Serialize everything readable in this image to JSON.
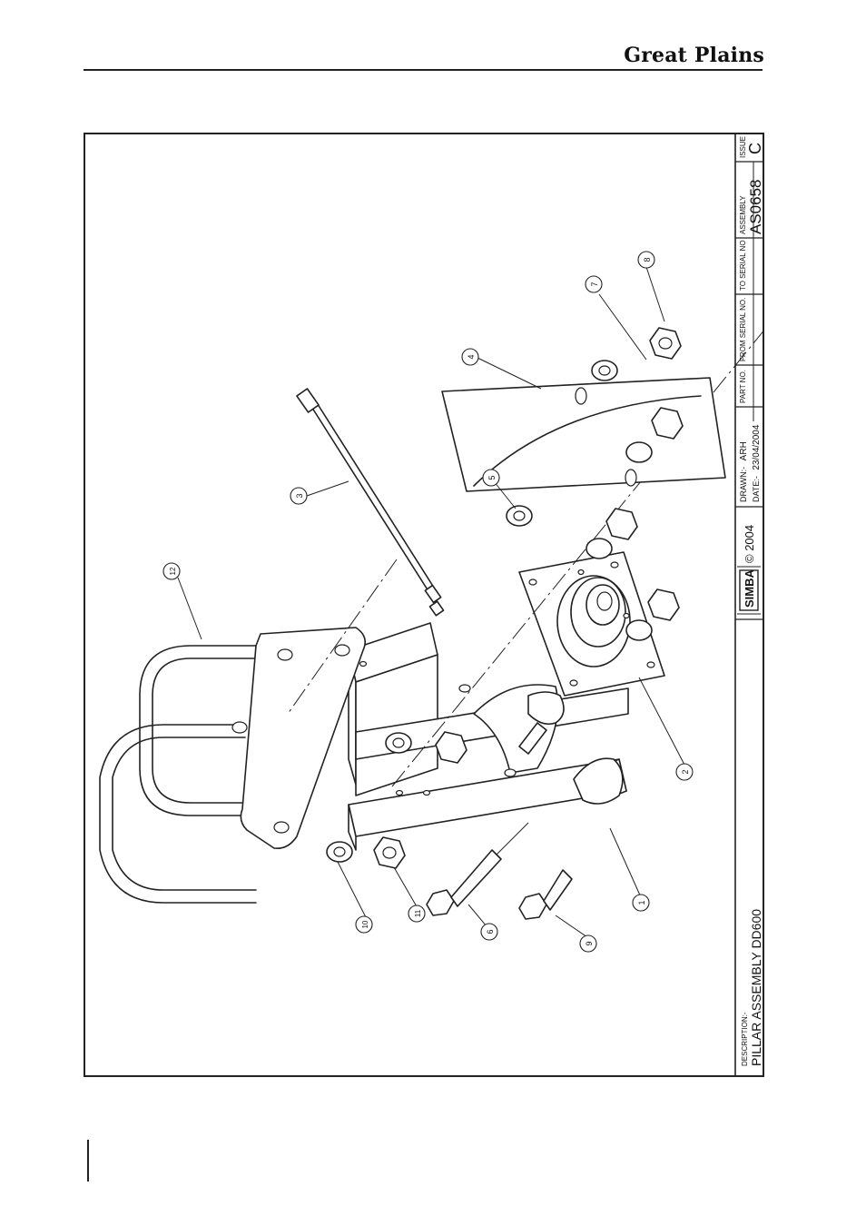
{
  "header": {
    "brand": "Great Plains"
  },
  "title_block": {
    "description_label": "DESCRIPTION:-",
    "description": "PILLAR ASSEMBLY DD600",
    "logo_text": "SIMBA",
    "copyright": "© 2004",
    "drawn_label": "DRAWN:-",
    "drawn_by": "ARH",
    "date_label": "DATE:-",
    "date": "23/04/2004",
    "part_no_label": "PART NO.",
    "from_serial_label": "FROM SERIAL NO.",
    "to_serial_label": "TO SERIAL NO",
    "assembly_label": "ASSEMBLY",
    "assembly_no": "AS0658",
    "issue_label": "ISSUE",
    "issue": "C"
  },
  "callouts": [
    "1",
    "2",
    "3",
    "4",
    "5",
    "6",
    "7",
    "8",
    "9",
    "10",
    "11",
    "12"
  ]
}
